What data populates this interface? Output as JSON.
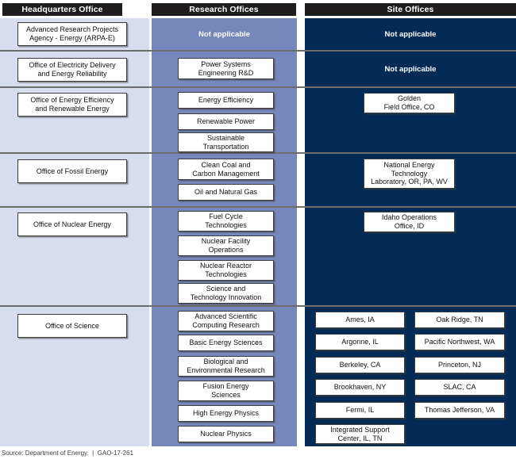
{
  "palette": {
    "header_bar_bg": "#1f1c1d",
    "header_bar_text": "#ffffff",
    "headquarters_column_bg": "#d7ddee",
    "research_column_bg": "#7687bb",
    "sites_column_bg": "#042b56",
    "row_divider": "#6d6d6d",
    "box_bg": "#ffffff",
    "box_border": "#3c3c3c"
  },
  "headers": {
    "hq": "Headquarters Office",
    "research": "Research Offices",
    "sites": "Site Offices"
  },
  "rows": [
    {
      "hq": "Advanced Research Projects\nAgency - Energy (ARPA-E)",
      "research_note": "Not applicable",
      "sites_note": "Not applicable"
    },
    {
      "hq": "Office of Electricity Delivery\nand Energy Reliability",
      "research": [
        "Power Systems\nEngineering R&D"
      ],
      "sites_note": "Not applicable"
    },
    {
      "hq": "Office of Energy Efficiency\nand Renewable Energy",
      "research": [
        "Energy Efficiency",
        "Renewable Power",
        "Sustainable\nTransportation"
      ],
      "sites": [
        "Golden\nField Office, CO"
      ]
    },
    {
      "hq": "Office of Fossil Energy",
      "research": [
        "Clean Coal and\nCarbon Management",
        "Oil and Natural Gas"
      ],
      "sites": [
        "National Energy\nTechnology\nLaboratory, OR, PA, WV"
      ]
    },
    {
      "hq": "Office of Nuclear Energy",
      "research": [
        "Fuel Cycle\nTechnologies",
        "Nuclear Facility\nOperations",
        "Nuclear Reactor\nTechnologies",
        "Science and\nTechnology Innovation"
      ],
      "sites": [
        "Idaho Operations\nOffice, ID"
      ]
    },
    {
      "hq": "Office of Science",
      "research": [
        "Advanced Scientific\nComputing Research",
        "Basic Energy Sciences",
        "Biological and\nEnvironmental Research",
        "Fusion Energy\nSciences",
        "High Energy Physics",
        "Nuclear Physics"
      ],
      "sites_left": [
        "Ames, IA",
        "Argonne, IL",
        "Berkeley, CA",
        "Brookhaven, NY",
        "Fermi, IL",
        "Integrated Support\nCenter, IL, TN"
      ],
      "sites_right": [
        "Oak Ridge, TN",
        "Pacific Northwest, WA",
        "Princeton, NJ",
        "SLAC, CA",
        "Thomas Jefferson, VA"
      ]
    }
  ],
  "footer": {
    "text": "Source: Department of Energy.  |  GAO-17-261"
  }
}
